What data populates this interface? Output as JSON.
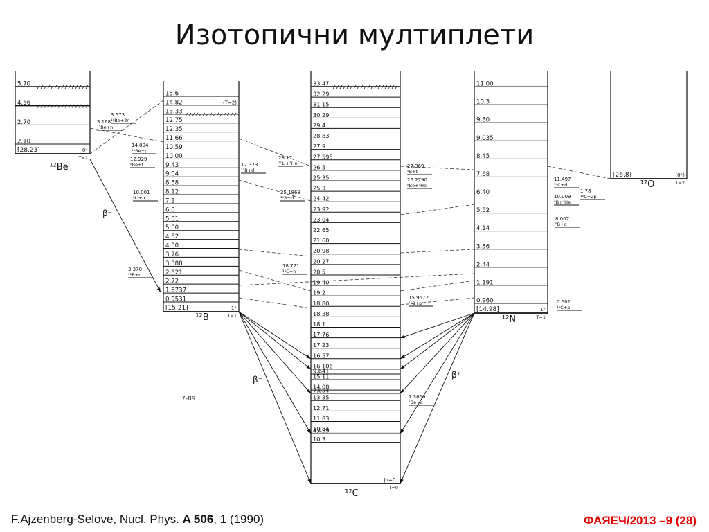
{
  "slide": {
    "title": "Изотопични мултиплети",
    "reference": {
      "prefix": "F.Ajzenberg-Selove, Nucl. Phys. ",
      "volume": "A 506",
      "suffix": ", 1 (1990)"
    },
    "slide_number": "ФАЯЕЧ/2013 –9 (28)",
    "accent_color": "#e00000"
  },
  "diagram": {
    "figure_code": "7-89",
    "decay_labels": {
      "beta_minus_left": "β⁻",
      "beta_minus_center": "β⁻",
      "beta_plus_right": "β⁺"
    },
    "nuclei": [
      {
        "id": "be",
        "label": "¹²Be",
        "isospin": "T=2",
        "levels": [
          {
            "energy": "5.70",
            "hatched": true
          },
          {
            "energy": "4.56",
            "hatched": true
          },
          {
            "energy": "2.70"
          },
          {
            "energy": "2.10"
          }
        ],
        "ground": "[28.23]",
        "ground_jp": "0⁺",
        "thresholds": [
          {
            "energy": "3.673",
            "channel": "¹⁰Be+2n"
          },
          {
            "energy": "3.168",
            "channel": "¹¹Be+n"
          }
        ]
      },
      {
        "id": "b",
        "label": "¹²B",
        "isospin": "T=1",
        "levels": [
          {
            "energy": "15.6"
          },
          {
            "energy": "14.82",
            "jp": "(T=2)"
          },
          {
            "energy": "13.33",
            "hatched": true
          },
          {
            "energy": "12.75"
          },
          {
            "energy": "12.35"
          },
          {
            "energy": "11.66"
          },
          {
            "energy": "10.59"
          },
          {
            "energy": "10.00"
          },
          {
            "energy": "9.43"
          },
          {
            "energy": "9.04"
          },
          {
            "energy": "8.58"
          },
          {
            "energy": "8.12"
          },
          {
            "energy": "7.1"
          },
          {
            "energy": "6.6"
          },
          {
            "energy": "5.61"
          },
          {
            "energy": "5.00"
          },
          {
            "energy": "4.52"
          },
          {
            "energy": "4.30"
          },
          {
            "energy": "3.76"
          },
          {
            "energy": "3.388"
          },
          {
            "energy": "2.621"
          },
          {
            "energy": "2.72"
          },
          {
            "energy": "1.6737"
          },
          {
            "energy": "0.9531"
          }
        ],
        "ground": "[15.21]",
        "ground_jp": "1⁺",
        "thresholds": [
          {
            "energy": "14.094",
            "channel": "¹¹Be+p"
          },
          {
            "energy": "12.929",
            "channel": "⁸Be+t"
          },
          {
            "energy": "10.001",
            "channel": "⁸Li+α"
          },
          {
            "energy": "3.370",
            "channel": "¹¹B+n"
          }
        ]
      },
      {
        "id": "c",
        "label": "¹²C",
        "isospin": "T=0",
        "levels": [
          {
            "energy": "33.47",
            "hatched": true
          },
          {
            "energy": "32.29"
          },
          {
            "energy": "31.15"
          },
          {
            "energy": "30.29"
          },
          {
            "energy": "29.4"
          },
          {
            "energy": "28.83"
          },
          {
            "energy": "27.9"
          },
          {
            "energy": "27.595"
          },
          {
            "energy": "26.5"
          },
          {
            "energy": "25.35"
          },
          {
            "energy": "25.3"
          },
          {
            "energy": "24.42"
          },
          {
            "energy": "23.92"
          },
          {
            "energy": "23.04"
          },
          {
            "energy": "22.65"
          },
          {
            "energy": "21.60"
          },
          {
            "energy": "20.98"
          },
          {
            "energy": "20.27"
          },
          {
            "energy": "20.5"
          },
          {
            "energy": "19.40"
          },
          {
            "energy": "19.2"
          },
          {
            "energy": "18.80"
          },
          {
            "energy": "18.38"
          },
          {
            "energy": "18.1"
          },
          {
            "energy": "17.76"
          },
          {
            "energy": "17.23"
          },
          {
            "energy": "16.57"
          },
          {
            "energy": "16.106"
          },
          {
            "energy": "15.11"
          },
          {
            "energy": "14.08"
          },
          {
            "energy": "13.35"
          },
          {
            "energy": "12.71"
          },
          {
            "energy": "11.83"
          },
          {
            "energy": "10.84"
          },
          {
            "energy": "10.3"
          },
          {
            "energy": "9.641"
          },
          {
            "energy": "7.654"
          },
          {
            "energy": "4.439"
          }
        ],
        "ground_jp": "Jπ=0⁺",
        "thresholds": [
          {
            "energy": "27.369",
            "channel": "⁹B+t"
          },
          {
            "energy": "26.2790",
            "channel": "⁸Be+⁴He"
          },
          {
            "energy": "25.1868",
            "channel": "¹⁰B+d"
          },
          {
            "energy": "18.721",
            "channel": "¹¹C+n"
          },
          {
            "energy": "15.9572",
            "channel": "¹¹B+p"
          },
          {
            "energy": "7.3666",
            "channel": "⁸Be+α"
          },
          {
            "energy": "12.373",
            "channel": "¹¹B+d"
          },
          {
            "energy": "28.17",
            "channel": "¹¹Li+³He"
          }
        ]
      },
      {
        "id": "n",
        "label": "¹²N",
        "isospin": "T=1",
        "levels": [
          {
            "energy": "11.00"
          },
          {
            "energy": "10.3"
          },
          {
            "energy": "9.80"
          },
          {
            "energy": "9.035"
          },
          {
            "energy": "8.45"
          },
          {
            "energy": "7.68"
          },
          {
            "energy": "6.40"
          },
          {
            "energy": "5.52"
          },
          {
            "energy": "4.14"
          },
          {
            "energy": "3.56"
          },
          {
            "energy": "2.44"
          },
          {
            "energy": "1.191"
          },
          {
            "energy": "0.960"
          }
        ],
        "ground": "[14.98]",
        "ground_jp": "1⁺",
        "thresholds": [
          {
            "energy": "11.497",
            "channel": "¹⁰C+d"
          },
          {
            "energy": "10.009",
            "channel": "⁸B+⁴He"
          },
          {
            "energy": "8.007",
            "channel": "⁸B+α"
          },
          {
            "energy": "0.601",
            "channel": "¹¹C+p"
          }
        ]
      },
      {
        "id": "o",
        "label": "¹²O",
        "isospin": "T=2",
        "levels": [],
        "ground": "[26.8]",
        "ground_jp": "(0⁺)",
        "thresholds": [
          {
            "energy": "1.78",
            "channel": "¹⁰C+2p"
          }
        ]
      }
    ]
  }
}
